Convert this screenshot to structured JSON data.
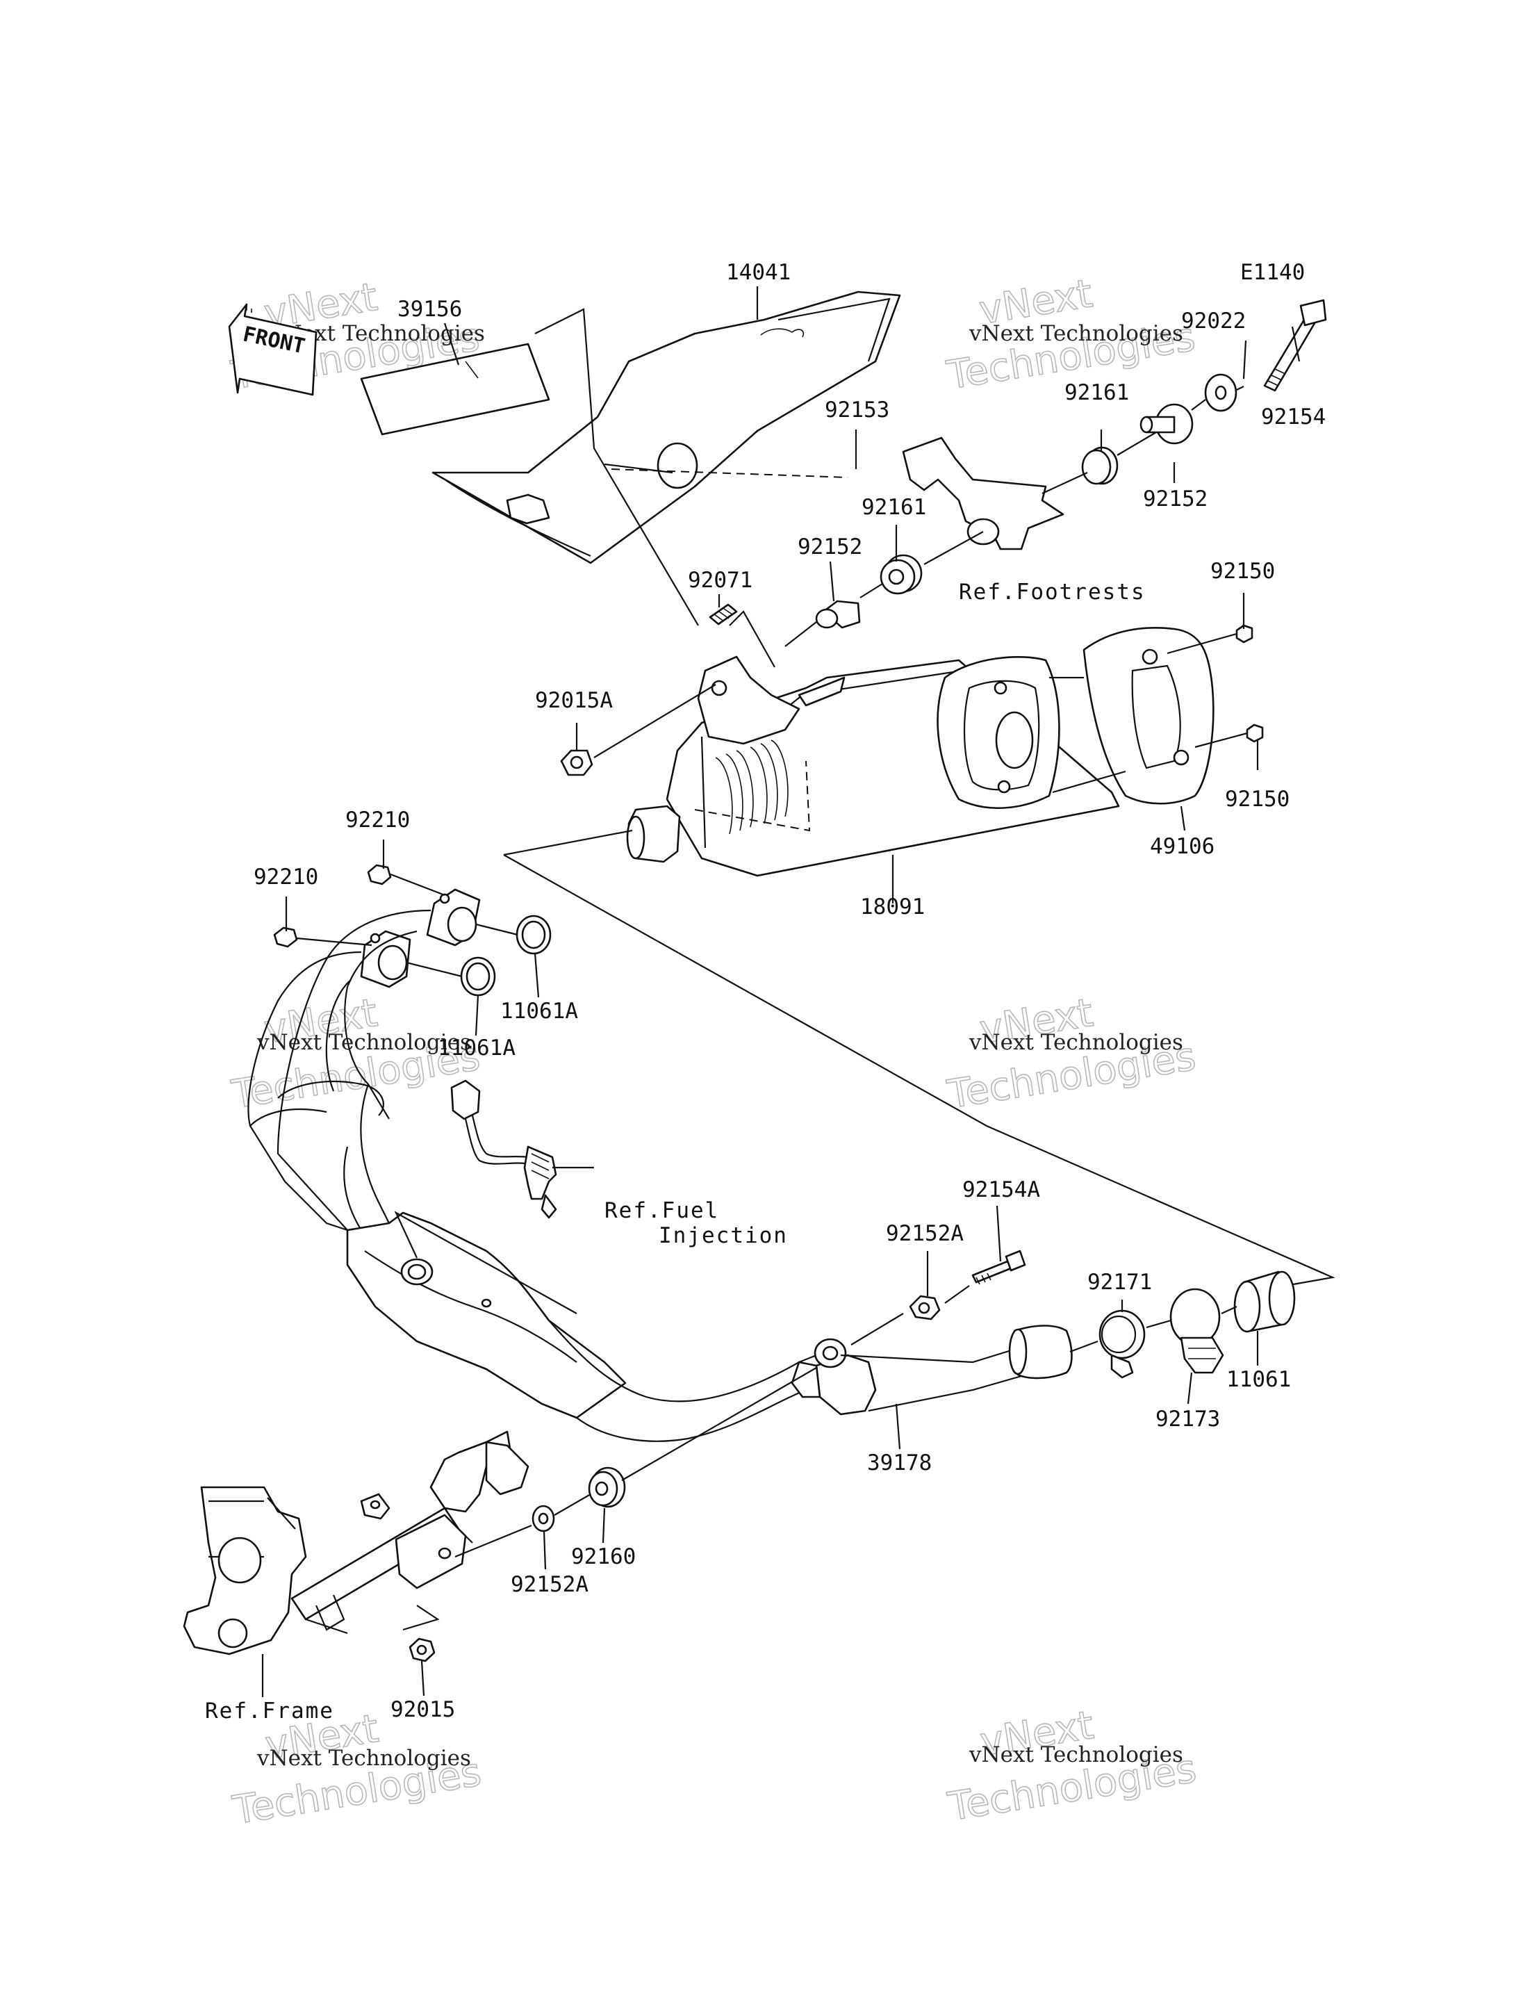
{
  "diagram_code": "E1140",
  "front_label": "FRONT",
  "references": {
    "footrests": "Ref.Footrests",
    "fuel_line1": "Ref.Fuel",
    "fuel_line2": "Injection",
    "frame": "Ref.Frame"
  },
  "parts": [
    {
      "id": "p14041",
      "label": "14041"
    },
    {
      "id": "p39156",
      "label": "39156"
    },
    {
      "id": "p92022",
      "label": "92022"
    },
    {
      "id": "p92154",
      "label": "92154"
    },
    {
      "id": "p92161a",
      "label": "92161"
    },
    {
      "id": "p92152a",
      "label": "92152"
    },
    {
      "id": "p92153",
      "label": "92153"
    },
    {
      "id": "p92161b",
      "label": "92161"
    },
    {
      "id": "p92152b",
      "label": "92152"
    },
    {
      "id": "p92071",
      "label": "92071"
    },
    {
      "id": "p92150a",
      "label": "92150"
    },
    {
      "id": "p92015A",
      "label": "92015A"
    },
    {
      "id": "p92150b",
      "label": "92150"
    },
    {
      "id": "p49106",
      "label": "49106"
    },
    {
      "id": "p92210a",
      "label": "92210"
    },
    {
      "id": "p92210b",
      "label": "92210"
    },
    {
      "id": "p18091",
      "label": "18091"
    },
    {
      "id": "p11061Aa",
      "label": "11061A"
    },
    {
      "id": "p11061Ab",
      "label": "11061A"
    },
    {
      "id": "p92154A",
      "label": "92154A"
    },
    {
      "id": "p92152A",
      "label": "92152A"
    },
    {
      "id": "p92171",
      "label": "92171"
    },
    {
      "id": "p11061",
      "label": "11061"
    },
    {
      "id": "p92173",
      "label": "92173"
    },
    {
      "id": "p39178",
      "label": "39178"
    },
    {
      "id": "p92160",
      "label": "92160"
    },
    {
      "id": "p92152Ab",
      "label": "92152A"
    },
    {
      "id": "p92015",
      "label": "92015"
    }
  ],
  "watermark": {
    "line1": "vNext Technologies",
    "line2": "vNext",
    "line3": "Technologies"
  }
}
